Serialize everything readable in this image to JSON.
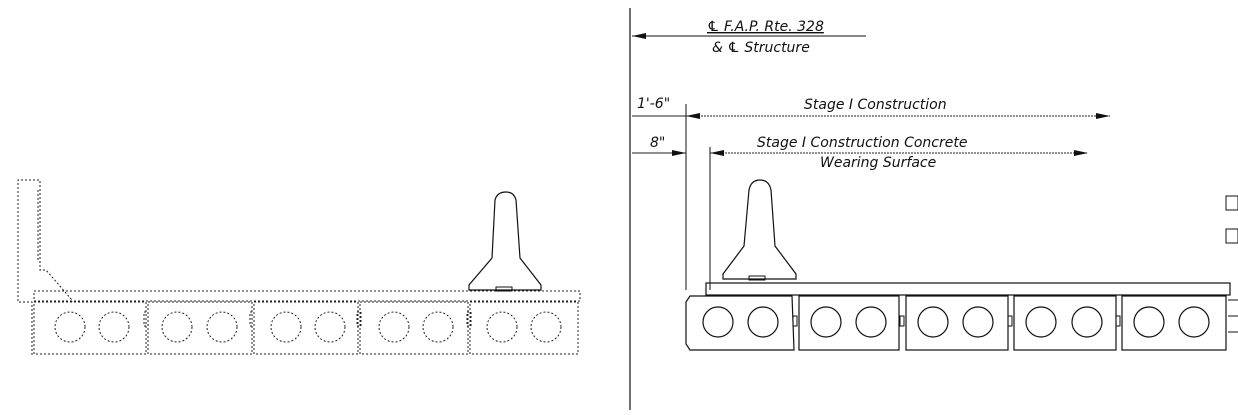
{
  "labels": {
    "centerline_line1": "℄ F.A.P. Rte. 328",
    "centerline_line2": "& ℄ Structure",
    "dim_1_6": "1'-6\"",
    "dim_8": "8\"",
    "stage1": "Stage I Construction",
    "stage1_concrete_line1": "Stage I Construction Concrete",
    "stage1_concrete_line2": "Wearing Surface"
  },
  "colors": {
    "line": "#111111",
    "background": "#ffffff"
  }
}
